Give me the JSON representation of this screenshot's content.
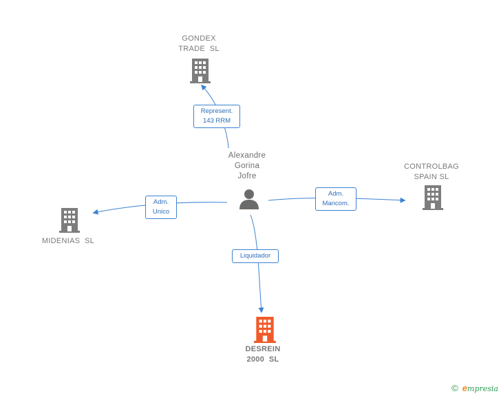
{
  "colors": {
    "edge": "#3b82d1",
    "building": "#7d7d7d",
    "building_main": "#f05a28",
    "person": "#6b6b6b",
    "text": "#7a7a7a"
  },
  "nodes": {
    "gondex": {
      "lines": [
        "GONDEX",
        "TRADE  SL"
      ],
      "icon": "building-icon"
    },
    "controlbag": {
      "lines": [
        "CONTROLBAG",
        "SPAIN SL"
      ],
      "icon": "building-icon"
    },
    "midenias": {
      "lines": [
        "MIDENIAS  SL"
      ],
      "icon": "building-icon"
    },
    "desrein": {
      "lines": [
        "DESREIN",
        "2000  SL"
      ],
      "icon": "building-icon-highlighted"
    },
    "person": {
      "lines": [
        "Alexandre",
        "Gorina",
        "Jofre"
      ],
      "icon": "person-icon"
    }
  },
  "edges": {
    "to_gondex": {
      "lines": [
        "Represent.",
        "143 RRM"
      ]
    },
    "to_controlbag": {
      "lines": [
        "Adm.",
        "Mancom."
      ]
    },
    "to_midenias": {
      "lines": [
        "Adm.",
        "Unico"
      ]
    },
    "to_desrein": {
      "lines": [
        "Liquidador"
      ]
    }
  },
  "footer": {
    "copyright": "©",
    "brand_initial": "e",
    "brand_rest": "mpresia"
  }
}
